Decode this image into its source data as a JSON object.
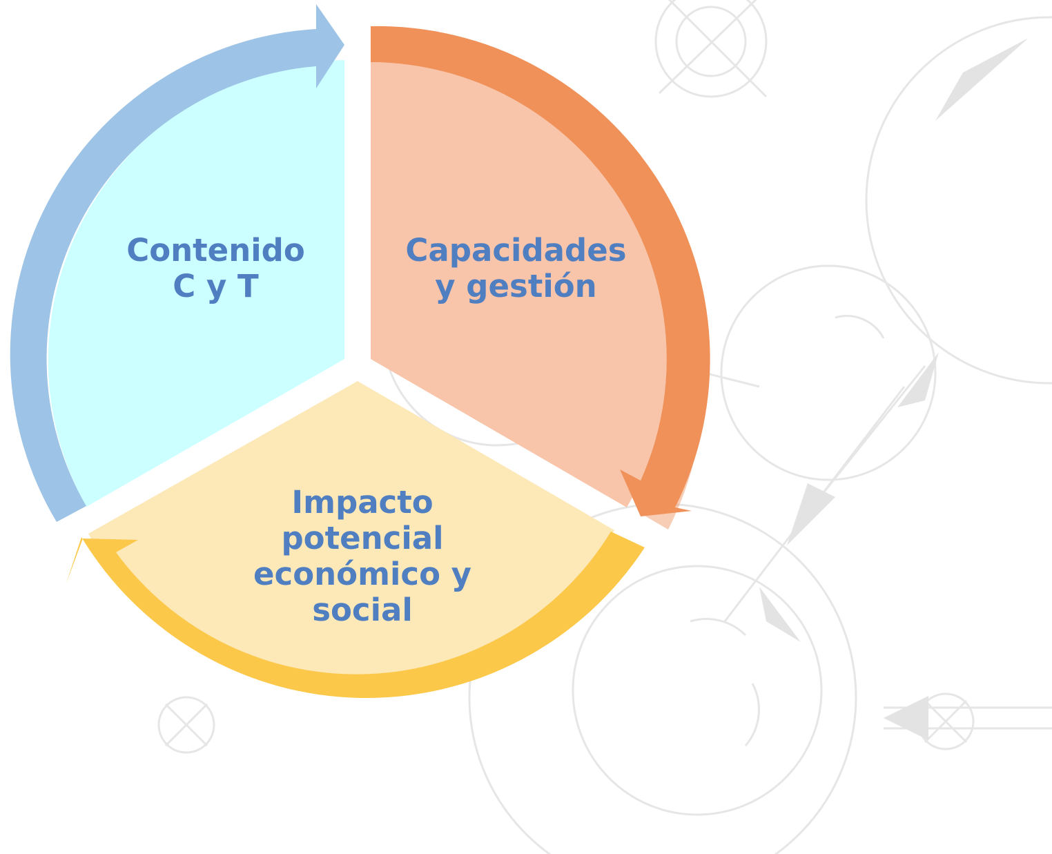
{
  "diagram": {
    "segments": [
      {
        "id": "contenido",
        "lines": [
          "Contenido",
          "C y T"
        ],
        "fill": "#ccffff",
        "arrow": "#9dc3e6"
      },
      {
        "id": "capacidades",
        "lines": [
          "Capacidades",
          "y gestión"
        ],
        "fill": "#f8c5aa",
        "arrow": "#f0915a"
      },
      {
        "id": "impacto",
        "lines": [
          "Impacto",
          "potencial",
          "económico y",
          "social"
        ],
        "fill": "#fde8b8",
        "arrow": "#fcc84a"
      }
    ],
    "label_color": "#4f7ec1"
  }
}
